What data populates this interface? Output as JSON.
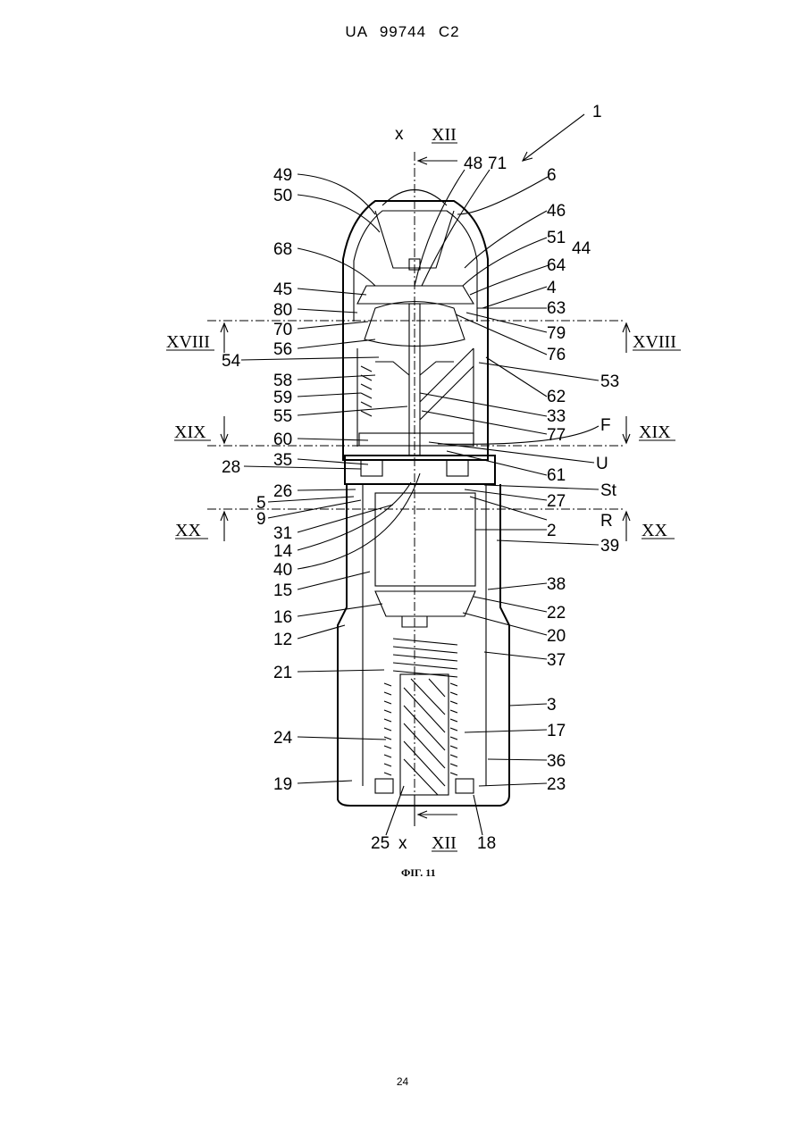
{
  "header": {
    "text": "UA   99744   C2"
  },
  "page_number": "24",
  "figure": {
    "caption": "ФІГ. 11",
    "section_marks": [
      "XII",
      "XII",
      "XVIII",
      "XVIII",
      "XIX",
      "XIX",
      "XX",
      "XX"
    ],
    "axis_marks": [
      "x",
      "x"
    ],
    "left_labels": [
      "49",
      "50",
      "68",
      "45",
      "80",
      "70",
      "56",
      "54",
      "58",
      "59",
      "55",
      "60",
      "35",
      "28",
      "26",
      "5",
      "9",
      "31",
      "14",
      "40",
      "15",
      "16",
      "12",
      "21",
      "24",
      "19",
      "25"
    ],
    "right_labels": [
      "1",
      "48",
      "71",
      "6",
      "46",
      "51",
      "44",
      "64",
      "4",
      "63",
      "79",
      "76",
      "53",
      "62",
      "33",
      "77",
      "F",
      "61",
      "U",
      "St",
      "27",
      "R",
      "2",
      "39",
      "38",
      "22",
      "20",
      "37",
      "3",
      "17",
      "36",
      "23",
      "18"
    ]
  }
}
